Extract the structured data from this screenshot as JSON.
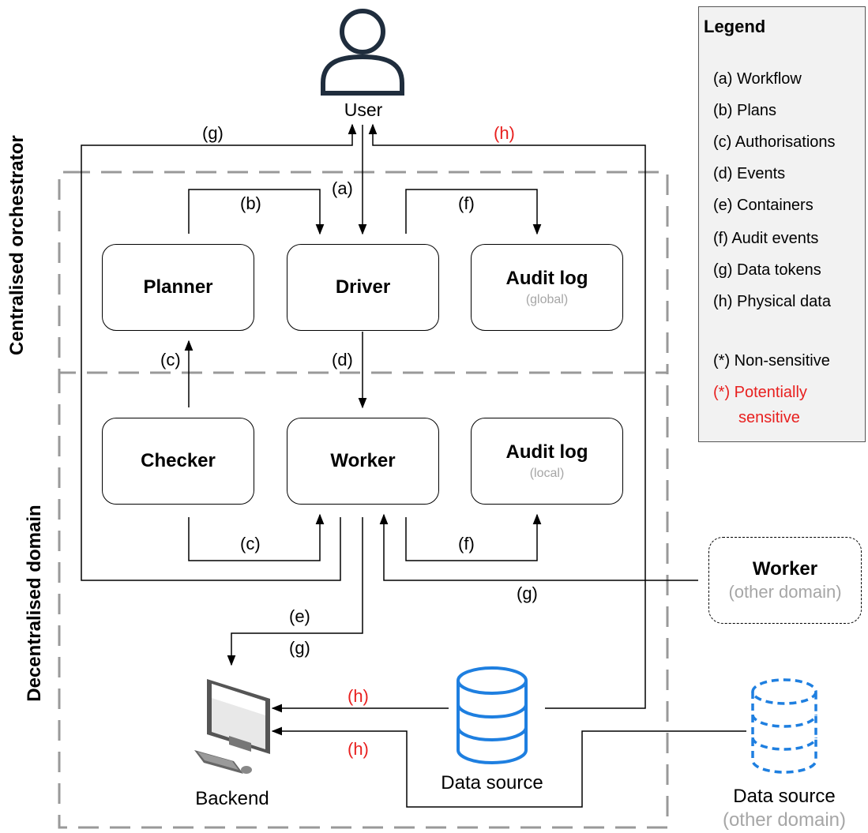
{
  "user": {
    "label": "User"
  },
  "zones": {
    "central": "Centralised orchestrator",
    "decentral": "Decentralised domain"
  },
  "components": {
    "planner": {
      "title": "Planner"
    },
    "driver": {
      "title": "Driver"
    },
    "audit_global": {
      "title": "Audit log",
      "subtitle": "(global)"
    },
    "checker": {
      "title": "Checker"
    },
    "worker": {
      "title": "Worker"
    },
    "audit_local": {
      "title": "Audit log",
      "subtitle": "(local)"
    },
    "worker_other": {
      "title": "Worker",
      "subtitle": "(other domain)"
    },
    "backend": {
      "label": "Backend"
    },
    "data_source": {
      "label": "Data source"
    },
    "data_source_other": {
      "label": "Data source",
      "subtitle": "(other domain)"
    }
  },
  "edge_labels": {
    "a": "(a)",
    "b": "(b)",
    "c_top": "(c)",
    "c_bottom": "(c)",
    "d": "(d)",
    "e": "(e)",
    "f_top": "(f)",
    "f_bottom": "(f)",
    "g_top": "(g)",
    "g_mid": "(g)",
    "g_bottom": "(g)",
    "h_top": "(h)",
    "h_mid": "(h)",
    "h_bottom": "(h)"
  },
  "legend": {
    "title": "Legend",
    "items": [
      "(a) Workflow",
      "(b) Plans",
      "(c) Authorisations",
      "(d) Events",
      "(e) Containers",
      "(f) Audit events",
      "(g) Data tokens",
      "(h) Physical data"
    ],
    "non_sensitive": "(*) Non-sensitive",
    "sensitive_line1": "(*) Potentially",
    "sensitive_line2": "sensitive"
  },
  "colors": {
    "sensitive": "#e8201f",
    "secondary_text": "#a6a6a6",
    "dashed_border": "#999999",
    "database": "#1e7fe0",
    "legend_bg": "#f2f2f2"
  },
  "icons": {
    "user": "user-icon",
    "backend": "desktop-computer-icon",
    "database": "database-icon"
  }
}
